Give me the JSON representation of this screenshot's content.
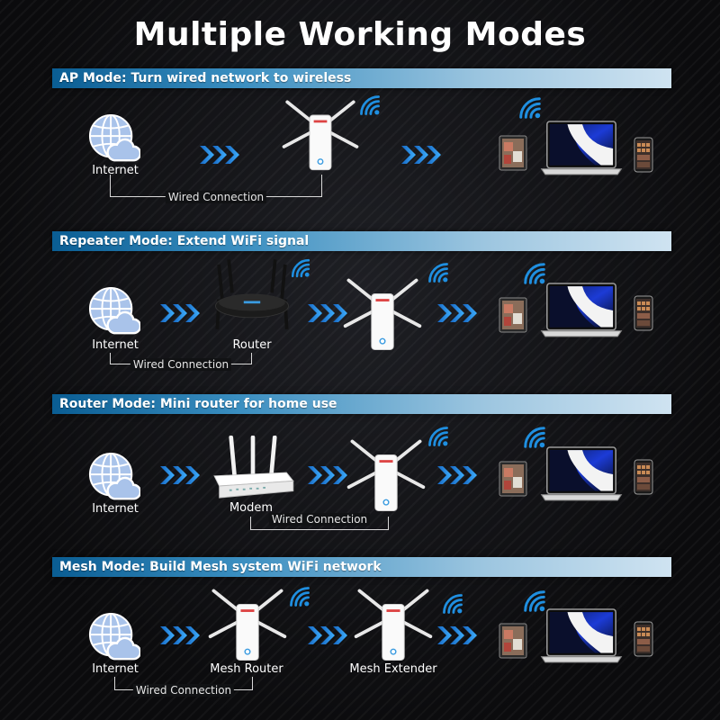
{
  "title": "Multiple Working Modes",
  "modes": [
    {
      "banner": "AP Mode: Turn wired network to wireless",
      "labels": {
        "internet": "Internet"
      },
      "wired": "Wired Connection"
    },
    {
      "banner": "Repeater Mode: Extend WiFi signal",
      "labels": {
        "internet": "Internet",
        "router": "Router"
      },
      "wired": "Wired Connection"
    },
    {
      "banner": "Router Mode: Mini router for home use",
      "labels": {
        "internet": "Internet",
        "modem": "Modem"
      },
      "wired": "Wired Connection"
    },
    {
      "banner": "Mesh Mode: Build Mesh system WiFi network",
      "labels": {
        "internet": "Internet",
        "mesh_router": "Mesh Router",
        "mesh_extender": "Mesh Extender"
      },
      "wired": "Wired Connection"
    }
  ],
  "colors": {
    "accent": "#1f8fe0",
    "banner_start": "#0a5d93",
    "banner_end": "#cfe3f1",
    "globe": "#a9c3ea"
  },
  "icons": [
    "globe-icon",
    "cloud-icon",
    "chevron-arrows-icon",
    "wifi-icon",
    "extender-icon",
    "router-icon",
    "modem-icon",
    "tablet-icon",
    "laptop-icon",
    "phone-icon"
  ]
}
